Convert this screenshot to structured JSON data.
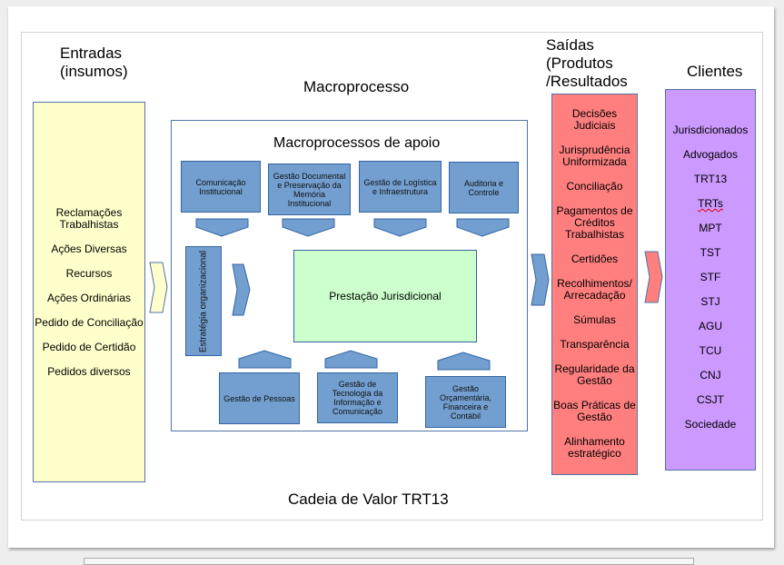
{
  "headings": {
    "inputs": [
      "Entradas",
      "(insumos)"
    ],
    "macroprocess": "Macroprocesso",
    "support": "Macroprocessos de apoio",
    "outputs": [
      "Saídas",
      "(Produtos",
      "/Resultados"
    ],
    "clients": "Clientes",
    "footer": "Cadeia de Valor TRT13"
  },
  "inputs": [
    "Reclamações Trabalhistas",
    "Ações Diversas",
    "Recursos",
    "Ações Ordinárias",
    "Pedido de Conciliação",
    "Pedido de Certidão",
    "Pedidos diversos"
  ],
  "support_top": [
    "Comunicação Institucional",
    "Gestão Documental e Preservação da Memória Institucional",
    "Gestão de Logística e Infraestrutura",
    "Auditoria e Controle"
  ],
  "support_bottom": [
    "Gestão de Pessoas",
    "Gestão de Tecnologia da Informação e Comunicação",
    "Gestão Orçamentária, Financeira e Contábil"
  ],
  "strategy": "Estratégia organizacional",
  "core_process": "Prestação Jurisdicional",
  "outputs": [
    "Decisões Judiciais",
    "Jurisprudência Uniformizada",
    "Conciliação",
    "Pagamentos de Créditos Trabalhistas",
    "Certidões",
    "Recolhimentos/ Arrecadação",
    "Súmulas",
    "Transparência",
    "Regularidade da Gestão",
    "Boas Práticas de Gestão",
    "Alinhamento estratégico"
  ],
  "clients": [
    "Jurisdicionados",
    "Advogados",
    "TRT13",
    "TRTs",
    "MPT",
    "TST",
    "STF",
    "STJ",
    "AGU",
    "TCU",
    "CNJ",
    "CSJT",
    "Sociedade"
  ],
  "colors": {
    "inputs": "#ffffcc",
    "outputs": "#ff7f7f",
    "clients": "#cc99ff",
    "support": "#729fcf",
    "core": "#ccffcc",
    "border": "#3465a4"
  }
}
